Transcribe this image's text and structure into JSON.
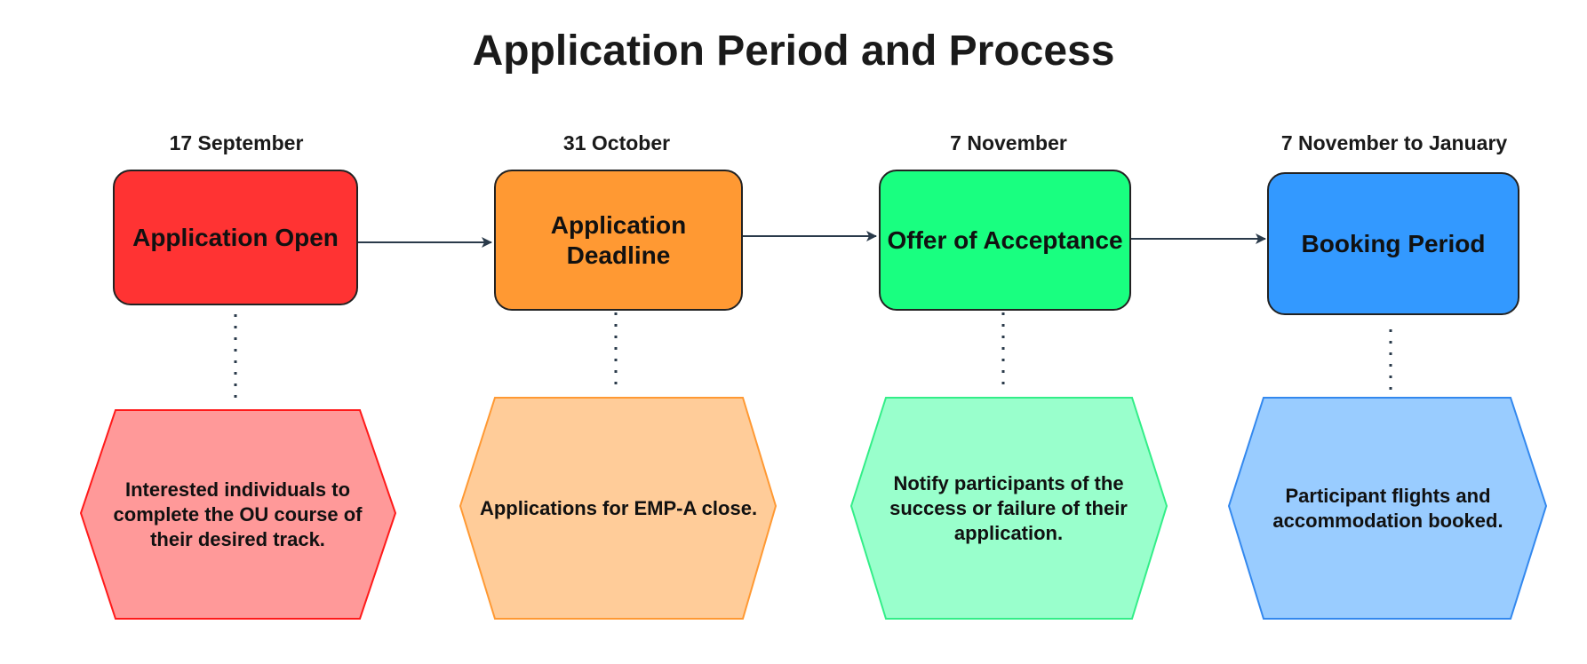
{
  "title": "Application Period and Process",
  "stages": [
    {
      "date": "17 September",
      "label": "Application Open",
      "description": "Interested individuals to complete the OU course of their desired track.",
      "box_color": "#ff3333",
      "hex_fill": "#ff9999",
      "hex_stroke": "#ff1a1a"
    },
    {
      "date": "31 October",
      "label": "Application Deadline",
      "description": "Applications for EMP-A close.",
      "box_color": "#ff9933",
      "hex_fill": "#ffcc99",
      "hex_stroke": "#ff9933"
    },
    {
      "date": "7 November",
      "label": "Offer of Acceptance",
      "description": "Notify participants of the success or failure of their application.",
      "box_color": "#19ff80",
      "hex_fill": "#99ffcc",
      "hex_stroke": "#33ee88"
    },
    {
      "date": "7 November to January",
      "label": "Booking Period",
      "description": "Participant flights and accommodation booked.",
      "box_color": "#3399ff",
      "hex_fill": "#99ccff",
      "hex_stroke": "#3388ee"
    }
  ],
  "colors": {
    "arrow": "#2a3a4a",
    "connector": "#2a3a4a",
    "box_border": "#222222"
  }
}
